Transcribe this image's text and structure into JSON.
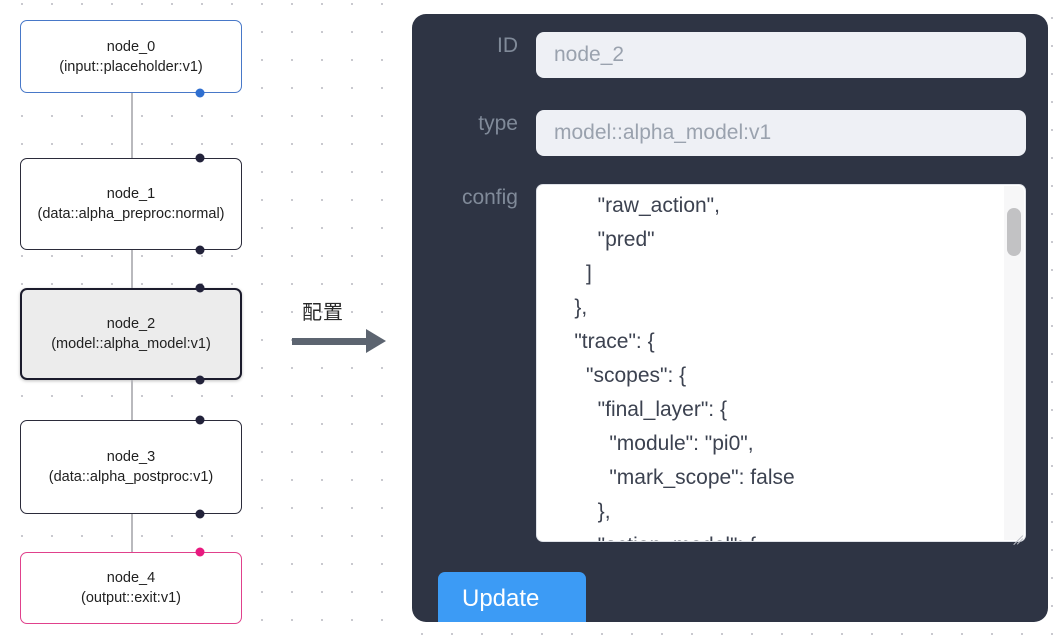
{
  "graph": {
    "nodes": [
      {
        "id": "node_0",
        "type": "(input::placeholder:v1)",
        "variant": "input",
        "selected": false
      },
      {
        "id": "node_1",
        "type": "(data::alpha_preproc:normal)",
        "variant": "default",
        "selected": false
      },
      {
        "id": "node_2",
        "type": "(model::alpha_model:v1)",
        "variant": "default",
        "selected": true
      },
      {
        "id": "node_3",
        "type": "(data::alpha_postproc:v1)",
        "variant": "default",
        "selected": false
      },
      {
        "id": "node_4",
        "type": "(output::exit:v1)",
        "variant": "output",
        "selected": false
      }
    ],
    "edges": [
      "node_0 -> node_1",
      "node_1 -> node_2",
      "node_2 -> node_3",
      "node_3 -> node_4"
    ],
    "colors": {
      "input_border": "#4878c8",
      "default_border": "#2b2b3a",
      "output_border": "#e0418c",
      "selected_fill": "#ececec",
      "edge": "#b9b9bd",
      "handle": "#22223a",
      "handle_input": "#2f6fd0",
      "handle_output": "#e8197f",
      "grid_dot": "#c9c9cf"
    }
  },
  "transition": {
    "label": "配置",
    "arrow_color": "#5c6470"
  },
  "inspector": {
    "panel_color": "#2e3444",
    "label_color": "#808a99",
    "input_bg": "#eef0f5",
    "input_text_color": "#9aa2ae",
    "fields": {
      "id": {
        "label": "ID",
        "value": "node_2"
      },
      "type": {
        "label": "type",
        "value": "model::alpha_model:v1"
      },
      "config": {
        "label": "config",
        "value": "        \"raw_action\",\n        \"pred\"\n      ]\n    },\n    \"trace\": {\n      \"scopes\": {\n        \"final_layer\": {\n          \"module\": \"pi0\",\n          \"mark_scope\": false\n        },\n        \"action_model\": {"
      }
    },
    "update_button": {
      "label": "Update",
      "color": "#3c9bf5"
    },
    "scrollbar": {
      "thumb_color": "#c2c2c4",
      "track_color": "#f7f7f8"
    }
  }
}
